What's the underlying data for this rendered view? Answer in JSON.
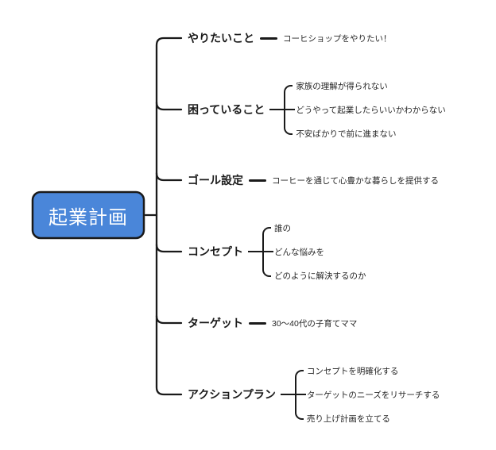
{
  "root": {
    "label": "起業計画"
  },
  "branches": [
    {
      "label": "やりたいこと",
      "children": [
        "コーヒショップをやりたい！"
      ]
    },
    {
      "label": "困っていること",
      "children": [
        "家族の理解が得られない",
        "どうやって起業したらいいかわからない",
        "不安ばかりで前に進まない"
      ]
    },
    {
      "label": "ゴール設定",
      "children": [
        "コーヒーを通じて心豊かな暮らしを提供する"
      ]
    },
    {
      "label": "コンセプト",
      "children": [
        "誰の",
        "どんな悩みを",
        "どのように解決するのか"
      ]
    },
    {
      "label": "ターゲット",
      "children": [
        "30〜40代の子育てママ"
      ]
    },
    {
      "label": "アクションプラン",
      "children": [
        "コンセプトを明確化する",
        "ターゲットのニーズをリサーチする",
        "売り上げ計画を立てる"
      ]
    }
  ],
  "colors": {
    "root_fill": "#4a86d9",
    "root_text": "#ffffff",
    "line": "#1a1a1a",
    "text": "#262626",
    "background": "#ffffff"
  }
}
